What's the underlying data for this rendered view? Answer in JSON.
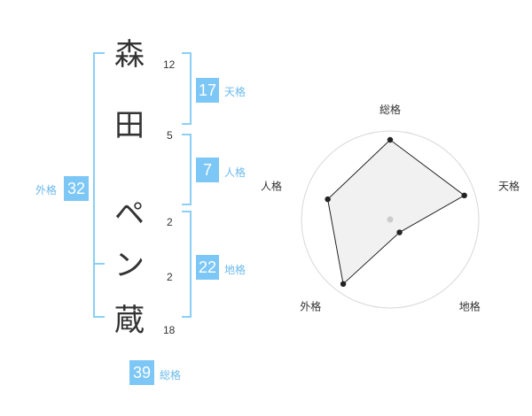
{
  "name_chars": [
    {
      "char": "森",
      "strokes": "12"
    },
    {
      "char": "田",
      "strokes": "5"
    },
    {
      "char": "ペ",
      "strokes": "2"
    },
    {
      "char": "ン",
      "strokes": "2"
    },
    {
      "char": "蔵",
      "strokes": "18"
    }
  ],
  "fortunes": {
    "tenkaku": {
      "value": "17",
      "label": "天格"
    },
    "jinkaku": {
      "value": "7",
      "label": "人格"
    },
    "chikaku": {
      "value": "22",
      "label": "地格"
    },
    "gaikaku": {
      "value": "32",
      "label": "外格"
    },
    "soukaku": {
      "value": "39",
      "label": "総格"
    }
  },
  "colors": {
    "accent": "#7cc7f5",
    "accent_text": "#6cb9ec",
    "bracket": "#8ccff5",
    "text": "#333333"
  },
  "chart_data": {
    "type": "radar",
    "axes": [
      "総格",
      "天格",
      "地格",
      "外格",
      "人格"
    ],
    "values": [
      0.9,
      0.88,
      0.18,
      0.9,
      0.74
    ],
    "range": [
      0,
      1
    ],
    "rings": 4,
    "grid": true
  }
}
